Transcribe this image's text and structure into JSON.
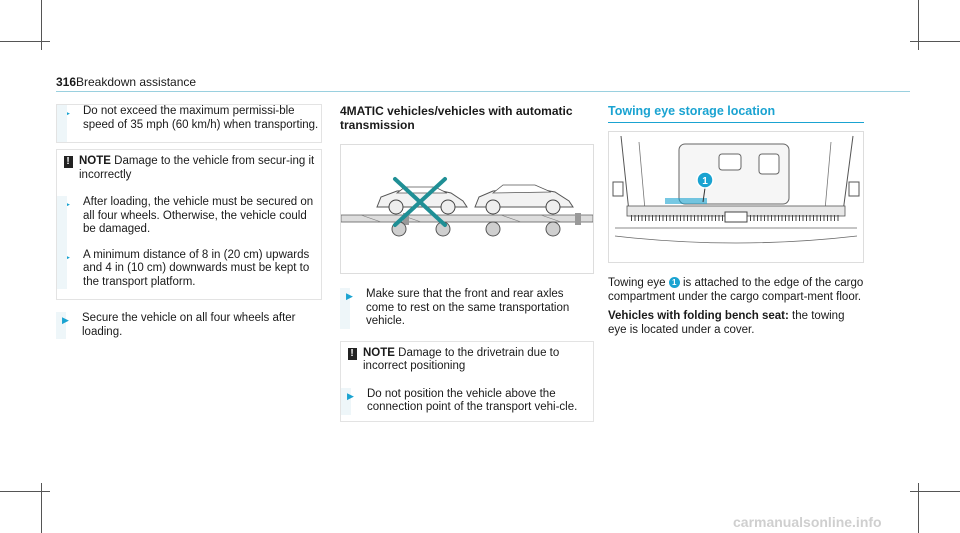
{
  "header": {
    "page_number": "316",
    "section": "Breakdown assistance"
  },
  "col1": {
    "box_step1": "Do not exceed the maximum permissi-ble speed of 35 mph (60 km/h) when transporting.",
    "note_title": "NOTE",
    "note_text": "Damage to the vehicle from secur-ing it incorrectly",
    "note_steps": [
      "After loading, the vehicle must be secured on all four wheels. Otherwise, the vehicle could be damaged.",
      "A minimum distance of 8 in (20 cm) upwards and 4 in (10 cm) downwards must be kept to the transport platform."
    ],
    "step_after": "Secure the vehicle on all four wheels after loading."
  },
  "col2": {
    "heading": "4MATIC vehicles/vehicles with automatic transmission",
    "step": "Make sure that the front and rear axles come to rest on the same transportation vehicle.",
    "note_title": "NOTE",
    "note_text": "Damage to the drivetrain due to incorrect positioning",
    "note_step": "Do not position the vehicle above the connection point of the transport vehi-cle."
  },
  "col3": {
    "heading": "Towing eye storage location",
    "callout": "1",
    "para1_before": "Towing eye",
    "para1_after": "is attached to the edge of the cargo compartment under the cargo compart-ment floor.",
    "para2_bold": "Vehicles with folding bench seat:",
    "para2_text": "the towing eye is located under a cover."
  },
  "watermark": "carmanualsonline.info",
  "colors": {
    "accent": "#1aa3d1",
    "cross": "#1f8f95"
  }
}
